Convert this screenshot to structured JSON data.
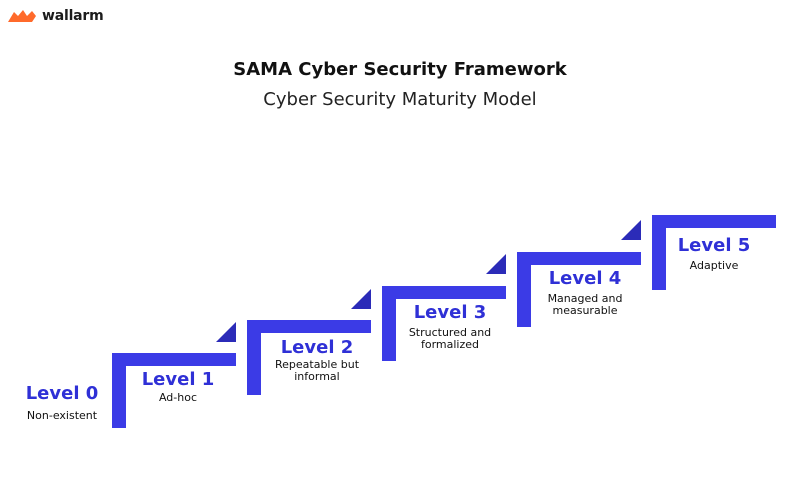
{
  "brand": {
    "name": "wallarm",
    "icon": "wallarm-logo-icon",
    "accent": "#ff6a2b"
  },
  "title": "SAMA Cyber Security Framework",
  "subtitle": "Cyber Security Maturity Model",
  "colors": {
    "step": "#3b3be6",
    "level_text": "#2f30d6"
  },
  "levels": [
    {
      "name": "Level 0",
      "description": "Non-existent"
    },
    {
      "name": "Level 1",
      "description": "Ad-hoc"
    },
    {
      "name": "Level 2",
      "description": "Repeatable but informal"
    },
    {
      "name": "Level 3",
      "description": "Structured and formalized"
    },
    {
      "name": "Level 4",
      "description": "Managed and measurable"
    },
    {
      "name": "Level 5",
      "description": "Adaptive"
    }
  ]
}
